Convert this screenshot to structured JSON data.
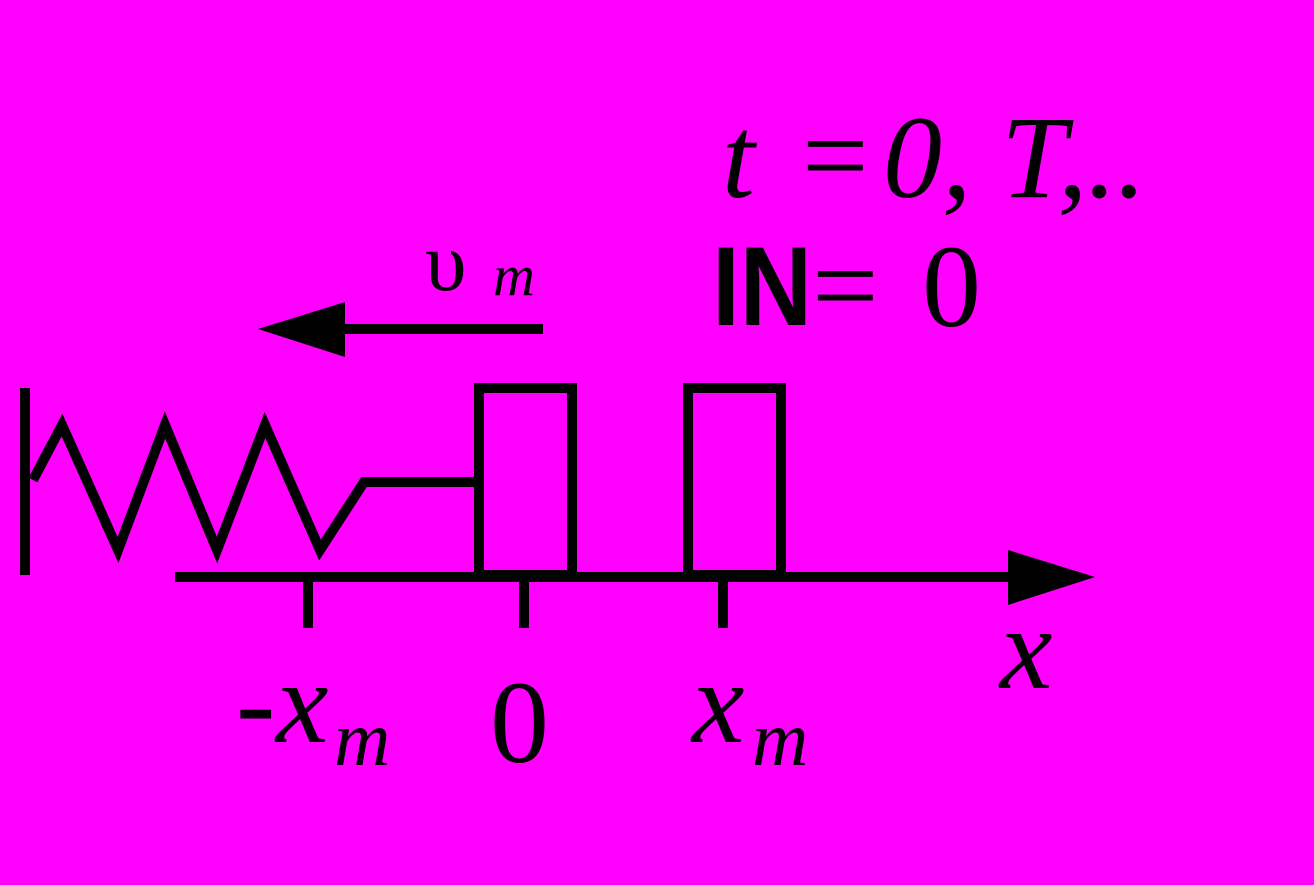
{
  "colors": {
    "background": "#FF00FF",
    "ink": "#000000"
  },
  "labels": {
    "time_t": "t",
    "time_equals": "=",
    "time_values": "0, T,..",
    "velocity_symbol": "υ",
    "velocity_subscript": "m",
    "n_symbol": "IN",
    "n_equals": "=",
    "n_value": "0",
    "axis_x": "x",
    "tick_neg_prefix": "-",
    "tick_neg_var": "x",
    "tick_neg_sub": "m",
    "tick_zero": "0",
    "tick_pos_var": "x",
    "tick_pos_sub": "m"
  }
}
